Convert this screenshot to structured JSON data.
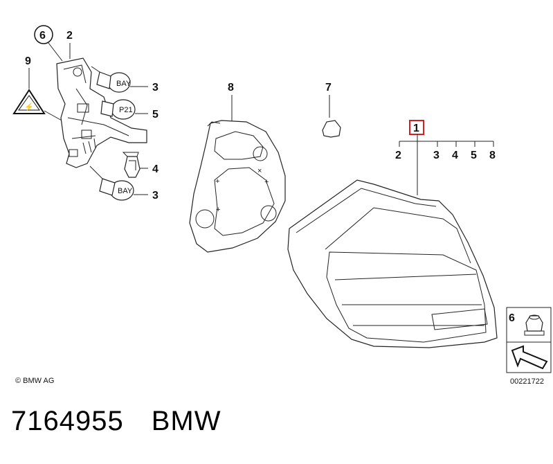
{
  "callouts": {
    "c6_circled": "6",
    "c2_top": "2",
    "c9": "9",
    "c3_upper": "3",
    "c5": "5",
    "c4": "4",
    "c3_lower": "3",
    "c8": "8",
    "c7": "7",
    "c1_boxed": "1",
    "c2_sub": "2",
    "c3_sub": "3",
    "c4_sub": "4",
    "c5_sub": "5",
    "c8_sub": "8",
    "c6_inset": "6"
  },
  "warning_symbol_text": "⚡",
  "copyright": "© BMW AG",
  "drawing_number": "00221722",
  "footer": {
    "part_number": "7164955",
    "brand": "BMW"
  },
  "colors": {
    "highlight_box": "#d42020",
    "line": "#222222"
  }
}
